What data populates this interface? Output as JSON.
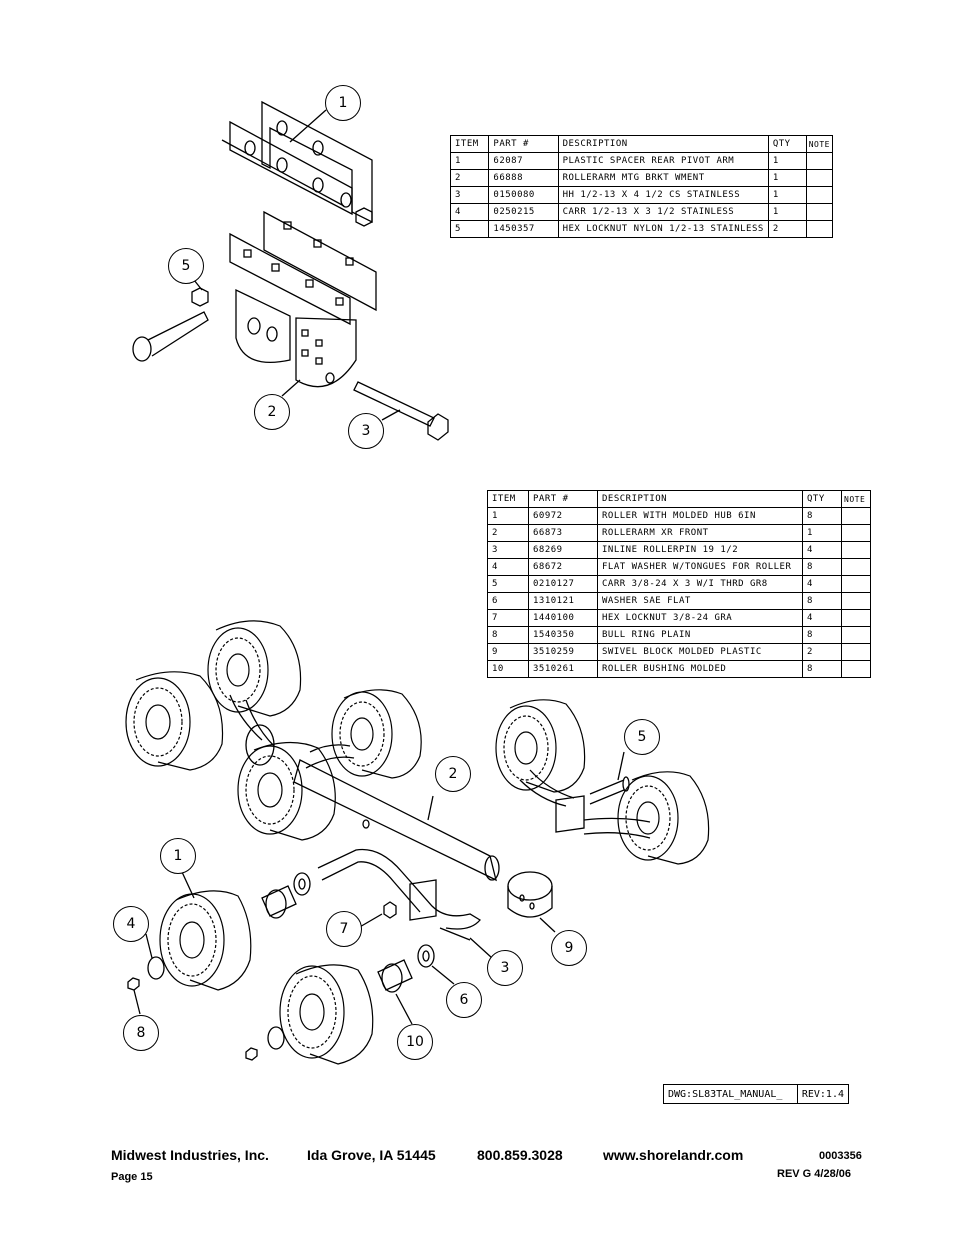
{
  "table1": {
    "headers": [
      "ITEM",
      "PART #",
      "DESCRIPTION",
      "QTY",
      "NOTE"
    ],
    "rows": [
      [
        "1",
        "62087",
        "PLASTIC SPACER REAR PIVOT ARM",
        "1",
        ""
      ],
      [
        "2",
        "66888",
        "ROLLERARM MTG BRKT WMENT",
        "1",
        ""
      ],
      [
        "3",
        "0150080",
        "HH 1/2-13 X 4 1/2 CS STAINLESS",
        "1",
        ""
      ],
      [
        "4",
        "0250215",
        "CARR 1/2-13 X 3 1/2 STAINLESS",
        "1",
        ""
      ],
      [
        "5",
        "1450357",
        "HEX LOCKNUT NYLON 1/2-13 STAINLESS",
        "2",
        ""
      ]
    ]
  },
  "table2": {
    "headers": [
      "ITEM",
      "PART #",
      "DESCRIPTION",
      "QTY",
      "NOTE"
    ],
    "rows": [
      [
        "1",
        "60972",
        "ROLLER WITH MOLDED HUB 6IN",
        "8",
        ""
      ],
      [
        "2",
        "66873",
        "ROLLERARM XR FRONT",
        "1",
        ""
      ],
      [
        "3",
        "68269",
        "INLINE ROLLERPIN 19 1/2",
        "4",
        ""
      ],
      [
        "4",
        "68672",
        "FLAT WASHER W/TONGUES FOR ROLLER",
        "8",
        ""
      ],
      [
        "5",
        "0210127",
        "CARR 3/8-24 X 3 W/I THRD GR8",
        "4",
        ""
      ],
      [
        "6",
        "1310121",
        "WASHER SAE FLAT",
        "8",
        ""
      ],
      [
        "7",
        "1440100",
        "HEX LOCKNUT 3/8-24 GRA",
        "4",
        ""
      ],
      [
        "8",
        "1540350",
        "BULL RING PLAIN",
        "8",
        ""
      ],
      [
        "9",
        "3510259",
        "SWIVEL BLOCK MOLDED PLASTIC",
        "2",
        ""
      ],
      [
        "10",
        "3510261",
        "ROLLER BUSHING MOLDED",
        "8",
        ""
      ]
    ]
  },
  "callouts_top": [
    "1",
    "5",
    "2",
    "3"
  ],
  "callouts_bottom": [
    "2",
    "5",
    "1",
    "4",
    "7",
    "9",
    "3",
    "6",
    "8",
    "10"
  ],
  "title_block": {
    "dwg": "DWG:SL83TAL_MANUAL_",
    "rev": "REV:1.4"
  },
  "footer": {
    "company": "Midwest Industries, Inc.",
    "city": "Ida Grove, IA  51445",
    "phone": "800.859.3028",
    "website": "www.shorelandr.com",
    "doc_number": "0003356",
    "page": "Page 15",
    "revision": "REV G  4/28/06"
  }
}
